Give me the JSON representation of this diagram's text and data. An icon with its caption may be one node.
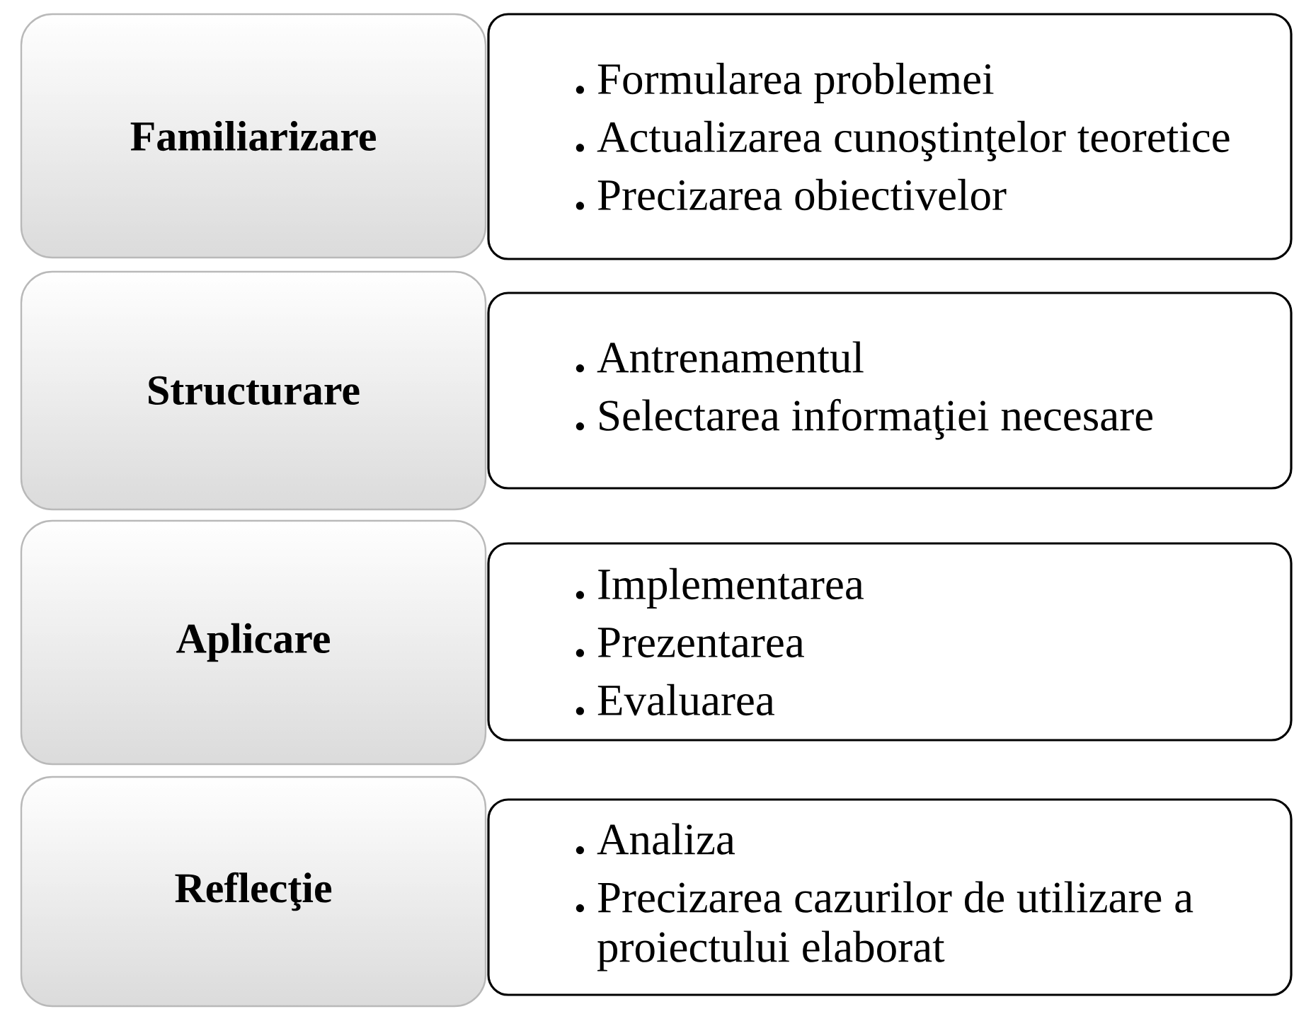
{
  "diagram": {
    "nodes": [
      {
        "text": [
          "Familiarizare"
        ]
      },
      {
        "text": [
          "Formularea problemei",
          "Actualizarea cunoştinţelor teoretice",
          "Precizarea obiectivelor"
        ]
      },
      {
        "text": [
          "Structurare"
        ]
      },
      {
        "text": [
          "Antrenamentul",
          "Selectarea  informaţiei necesare"
        ]
      },
      {
        "text": [
          "Aplicare"
        ]
      },
      {
        "text": [
          "Implementarea",
          "Prezentarea",
          "Evaluarea"
        ]
      },
      {
        "text": [
          "Reflecţie"
        ]
      },
      {
        "text": [
          "Analiza",
          "Precizarea cazurilor de utilizare a proiectului elaborat"
        ]
      }
    ]
  }
}
